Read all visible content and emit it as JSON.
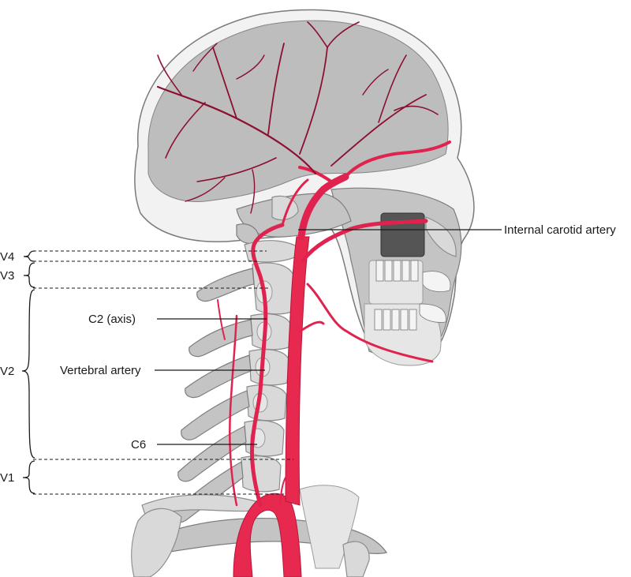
{
  "labels": {
    "internal_carotid": "Internal carotid artery",
    "c2_axis": "C2 (axis)",
    "vertebral_artery": "Vertebral artery",
    "c6": "C6"
  },
  "segments": {
    "v4": "V4",
    "v3": "V3",
    "v2": "V2",
    "v1": "V1"
  },
  "colors": {
    "artery": "#e0234e",
    "bone": "#d9d9d9"
  }
}
